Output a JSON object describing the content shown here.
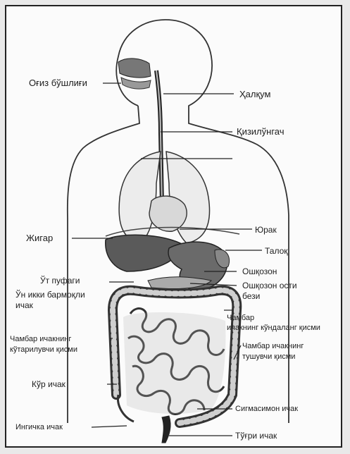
{
  "labels": {
    "mouth": "Оғиз бўшлиғи",
    "pharynx": "Ҳалқум",
    "esophagus": "Қизилўнгач",
    "liver": "Жигар",
    "heart": "Юрак",
    "spleen": "Талоқ",
    "gallbladder": "Ўт пуфаги",
    "stomach": "Ошқозон",
    "duodenum_1": "Ўн икки бармоқли",
    "duodenum_2": "ичак",
    "pancreas_1": "Ошқозон ости",
    "pancreas_2": "бези",
    "transverse_1": "Чамбар",
    "transverse_2": "ичакнинг кўндаланг қисми",
    "ascending_1": "Чамбар ичакнинг",
    "ascending_2": "кўтарилувчи қисми",
    "descending_1": "Чамбар ичакнинг",
    "descending_2": "тушувчи қисми",
    "cecum": "Кўр ичак",
    "sigmoid": "Сигмасимон ичак",
    "small_intestine": "Ингичка ичак",
    "rectum": "Тўғри ичак"
  }
}
